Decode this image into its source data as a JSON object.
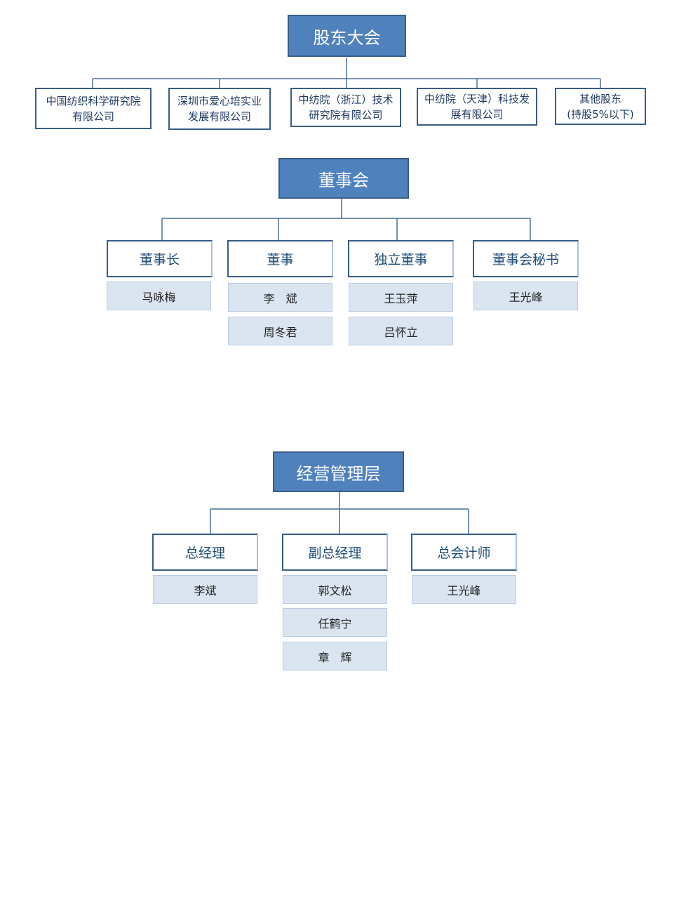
{
  "shareholders_meeting": {
    "title": "股东大会",
    "shareholders": [
      [
        "中国纺织科学研究院",
        "有限公司"
      ],
      [
        "深圳市爱心培实业",
        "发展有限公司"
      ],
      [
        "中纺院（浙江）技术",
        "研究院有限公司"
      ],
      [
        "中纺院（天津）科技发",
        "展有限公司"
      ],
      [
        "其他股东",
        "(持股5%以下)"
      ]
    ]
  },
  "board": {
    "title": "董事会",
    "roles": [
      {
        "label": "董事长",
        "people": [
          "马咏梅"
        ]
      },
      {
        "label": "董事",
        "people": [
          "李　斌",
          "周冬君"
        ]
      },
      {
        "label": "独立董事",
        "people": [
          "王玉萍",
          "吕怀立"
        ]
      },
      {
        "label": "董事会秘书",
        "people": [
          "王光峰"
        ]
      }
    ]
  },
  "management": {
    "title": "经营管理层",
    "roles": [
      {
        "label": "总经理",
        "people": [
          "李斌"
        ]
      },
      {
        "label": "副总经理",
        "people": [
          "郭文松",
          "任鹤宁",
          "章　辉"
        ]
      },
      {
        "label": "总会计师",
        "people": [
          "王光峰"
        ]
      }
    ]
  },
  "colors": {
    "header_fill": "#4f81bd",
    "border": "#385d8a",
    "name_fill": "#dbe5f1",
    "connector": "#4a6f9a"
  }
}
